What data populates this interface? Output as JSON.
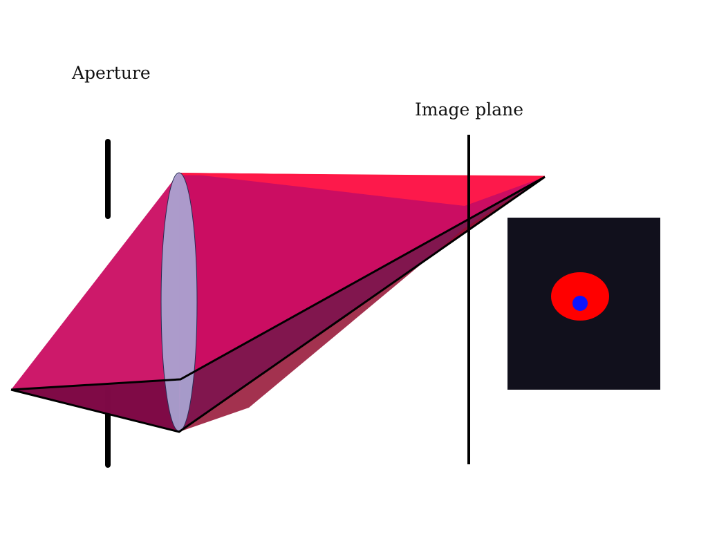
{
  "labels": {
    "aperture": "Aperture",
    "image_plane": "Image plane"
  },
  "colors": {
    "background": "#ffffff",
    "cone_front": "#c8005a",
    "cone_highlight": "#ff1744",
    "cone_shadow": "#7a0a45",
    "cone_shadow_dark": "#930e30",
    "lens_fill": "#a9a6d4",
    "lens_stroke": "#2b2b55",
    "edge": "#000000",
    "inset_background": "#11101c",
    "blur_circle": "#ff0000",
    "focus_dot": "#0b14ff"
  },
  "icons": {
    "lens": "lens-ellipse",
    "aperture_stop": "aperture-bar",
    "image_plane": "image-plane-line",
    "inset": "sensor-preview"
  }
}
